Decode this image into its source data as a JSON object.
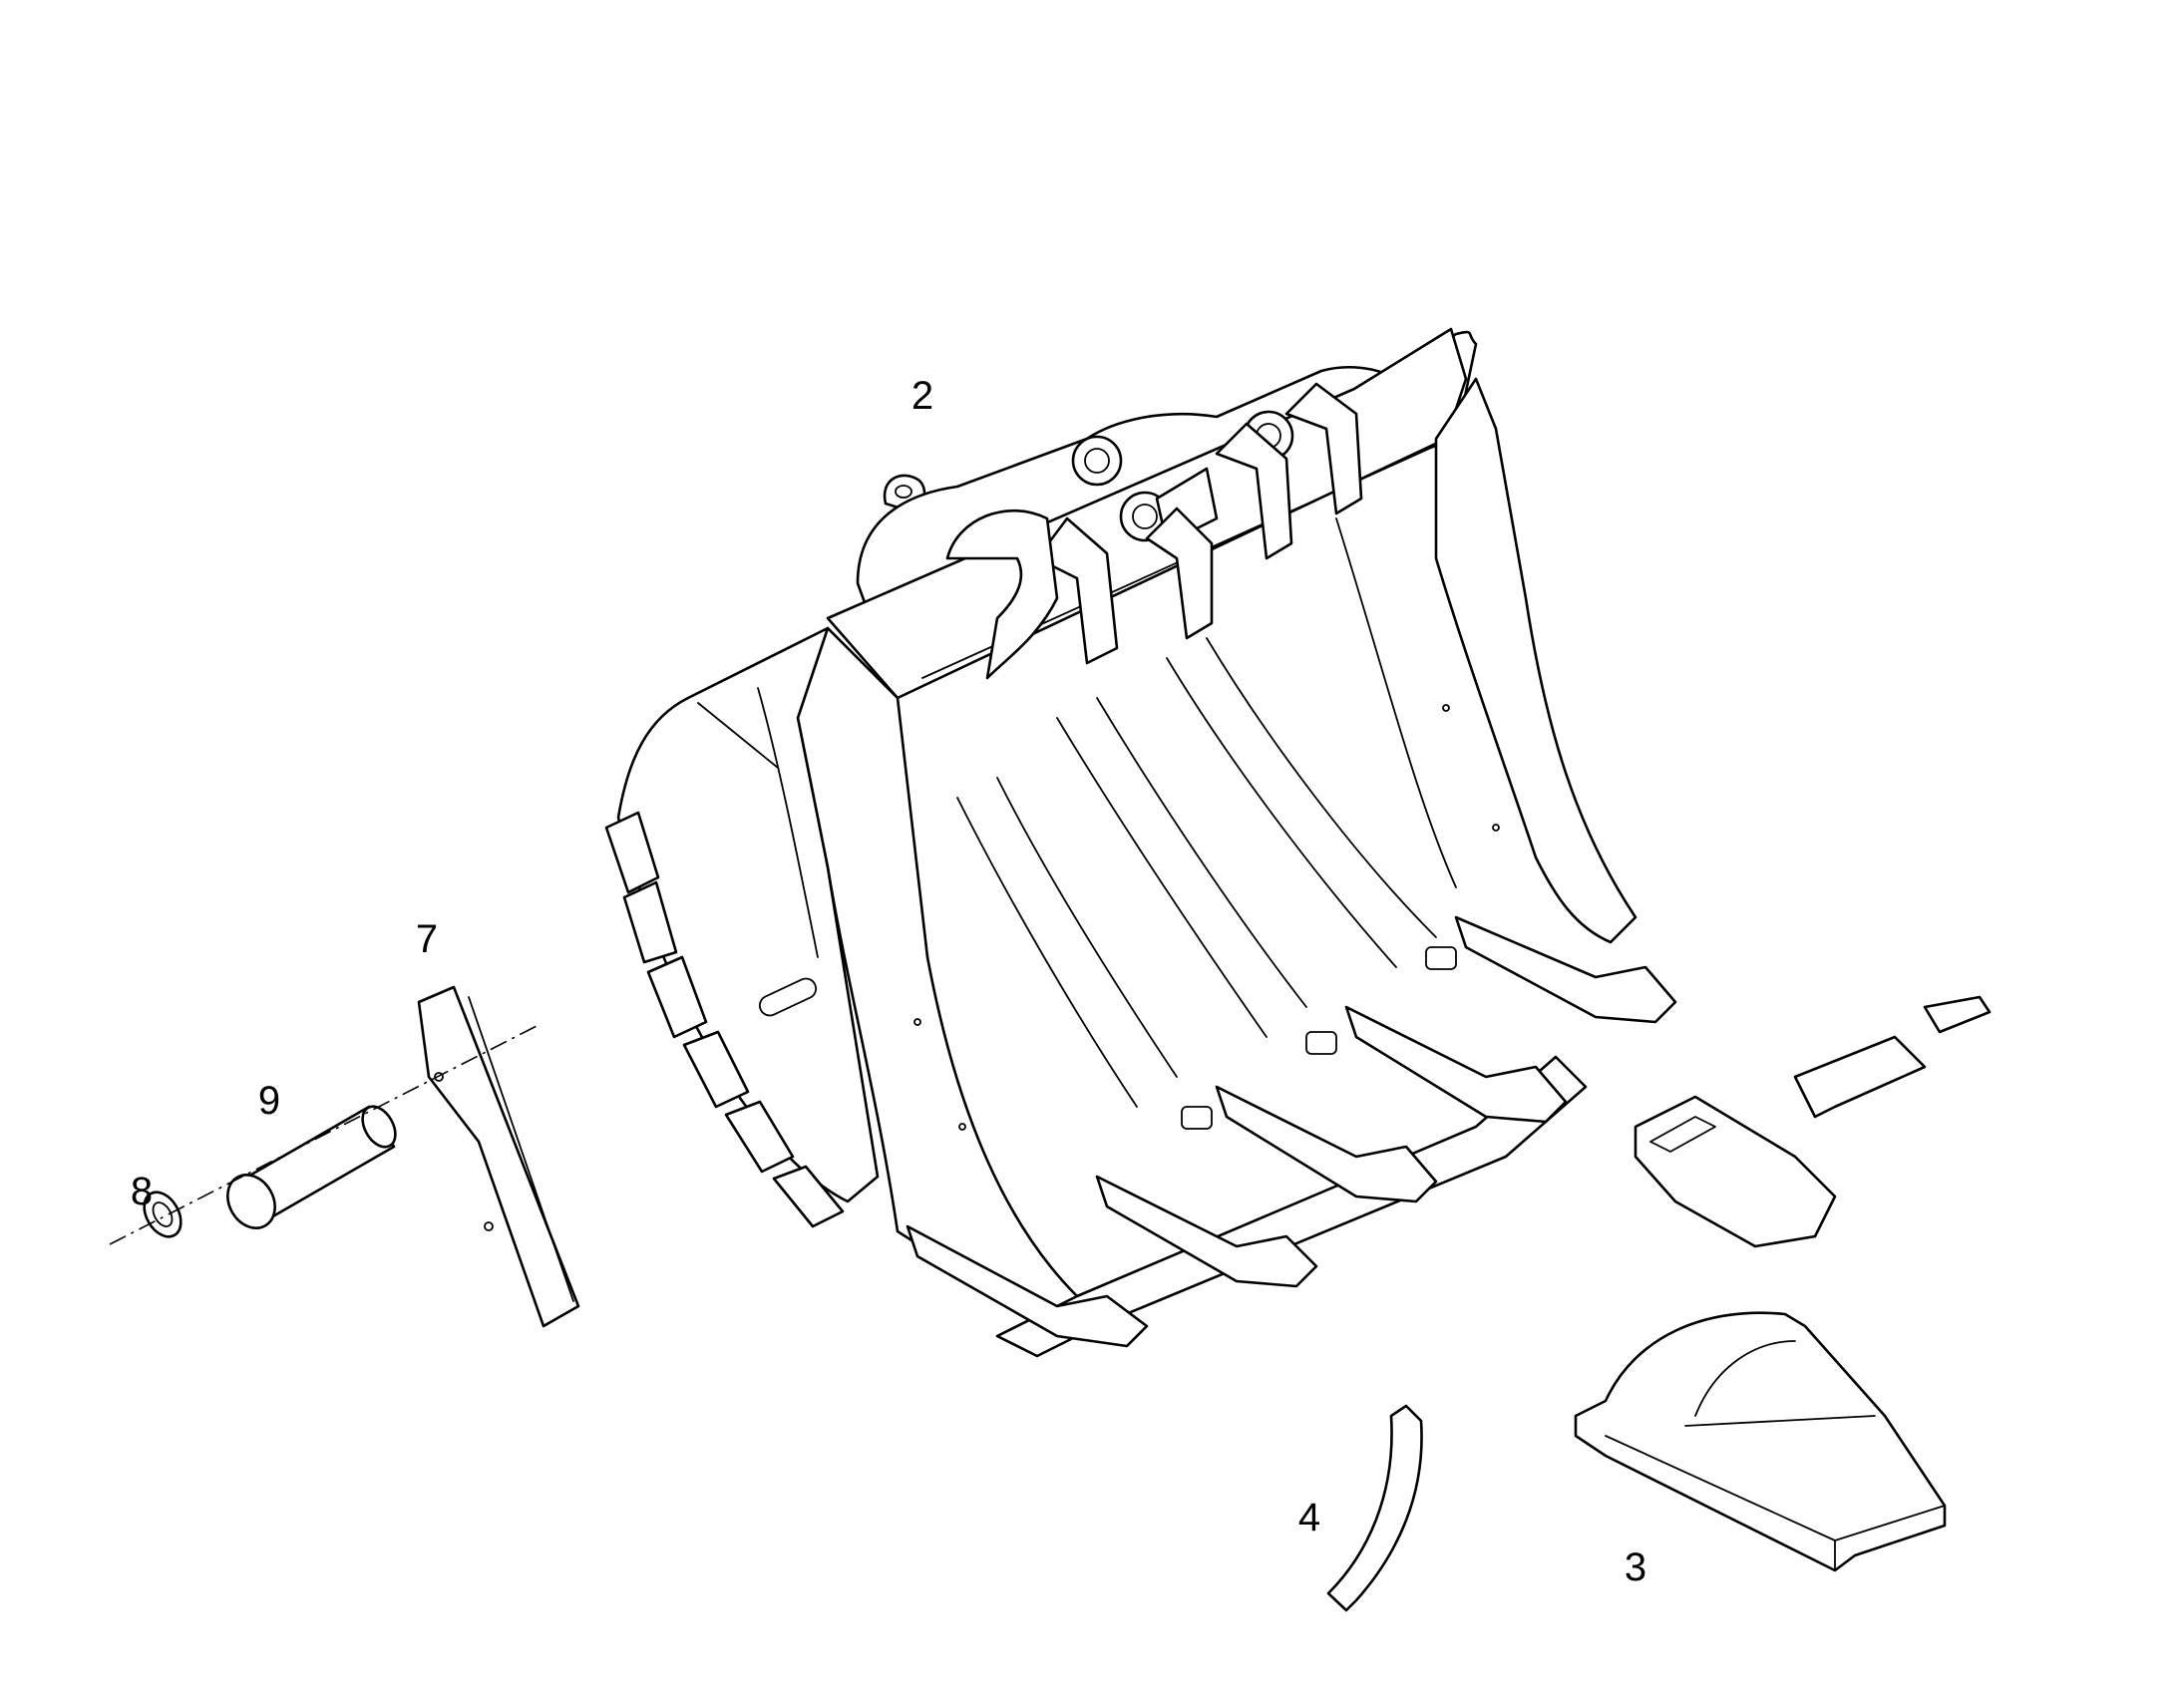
{
  "callouts": {
    "bucket": "2",
    "tooth_tip": "3",
    "retainer": "4",
    "side_cutter": "7",
    "washer": "8",
    "pin": "9"
  }
}
